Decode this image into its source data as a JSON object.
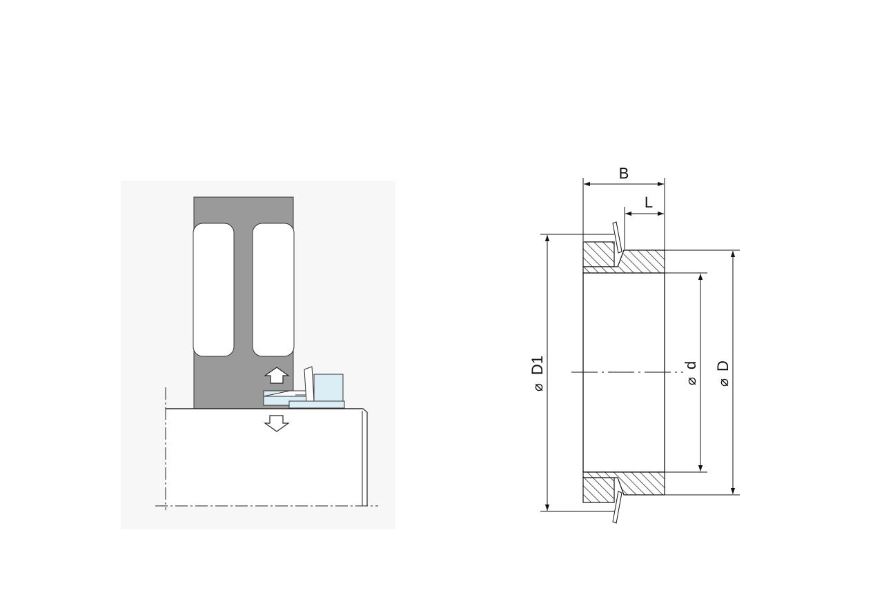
{
  "diagram": {
    "dimensions": {
      "B": "B",
      "L": "L",
      "D1": "D1",
      "d": "d",
      "D": "D",
      "diameter_symbol": "⌀"
    },
    "colors": {
      "housing": "#9a9a9a",
      "housing_panel": "#ffffff",
      "nut_fill": "#dbeef5",
      "line": "#111111",
      "panel_bg": "#f7f7f7"
    }
  }
}
